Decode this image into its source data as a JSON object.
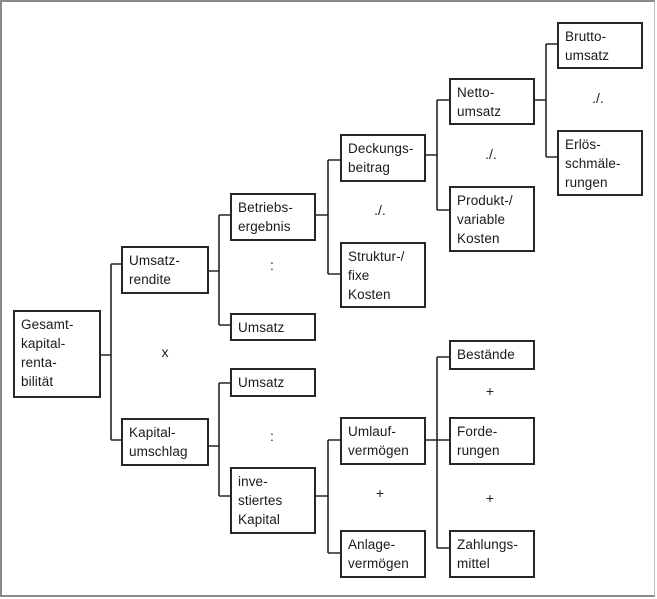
{
  "diagram": {
    "title": "",
    "nodes": {
      "gesamtkapitalrentabilitaet": "Gesamt-\nkapital-\nrenta-\nbilität",
      "umsatzrendite": "Umsatz-\nrendite",
      "kapitalumschlag": "Kapital-\numschlag",
      "betriebsergebnis": "Betriebs-\nergebnis",
      "umsatz_1": "Umsatz",
      "umsatz_2": "Umsatz",
      "investiertes_kapital": "inve-\nstiertes\nKapital",
      "deckungsbeitrag": "Deckungs-\nbeitrag",
      "strukturkosten": "Struktur-/\nfixe\nKosten",
      "umlaufvermoegen": "Umlauf-\nvermögen",
      "anlagevermoegen": "Anlage-\nvermögen",
      "nettoumsatz": "Netto-\numsatz",
      "produktkosten": "Produkt-/\nvariable\nKosten",
      "bruttoumsatz": "Brutto-\numsatz",
      "erloesschmaelerungen": "Erlös-\nschmäle-\nrungen",
      "bestaende": "Bestände",
      "forderungen": "Forde-\nrungen",
      "zahlungsmittel": "Zahlungs-\nmittel"
    },
    "operators": {
      "multiply": "x",
      "divide_1": ":",
      "divide_2": ":",
      "minus_1": "./.",
      "minus_2": "./.",
      "minus_3": "./.",
      "plus_1": "+",
      "plus_2": "+",
      "plus_3": "+"
    }
  }
}
